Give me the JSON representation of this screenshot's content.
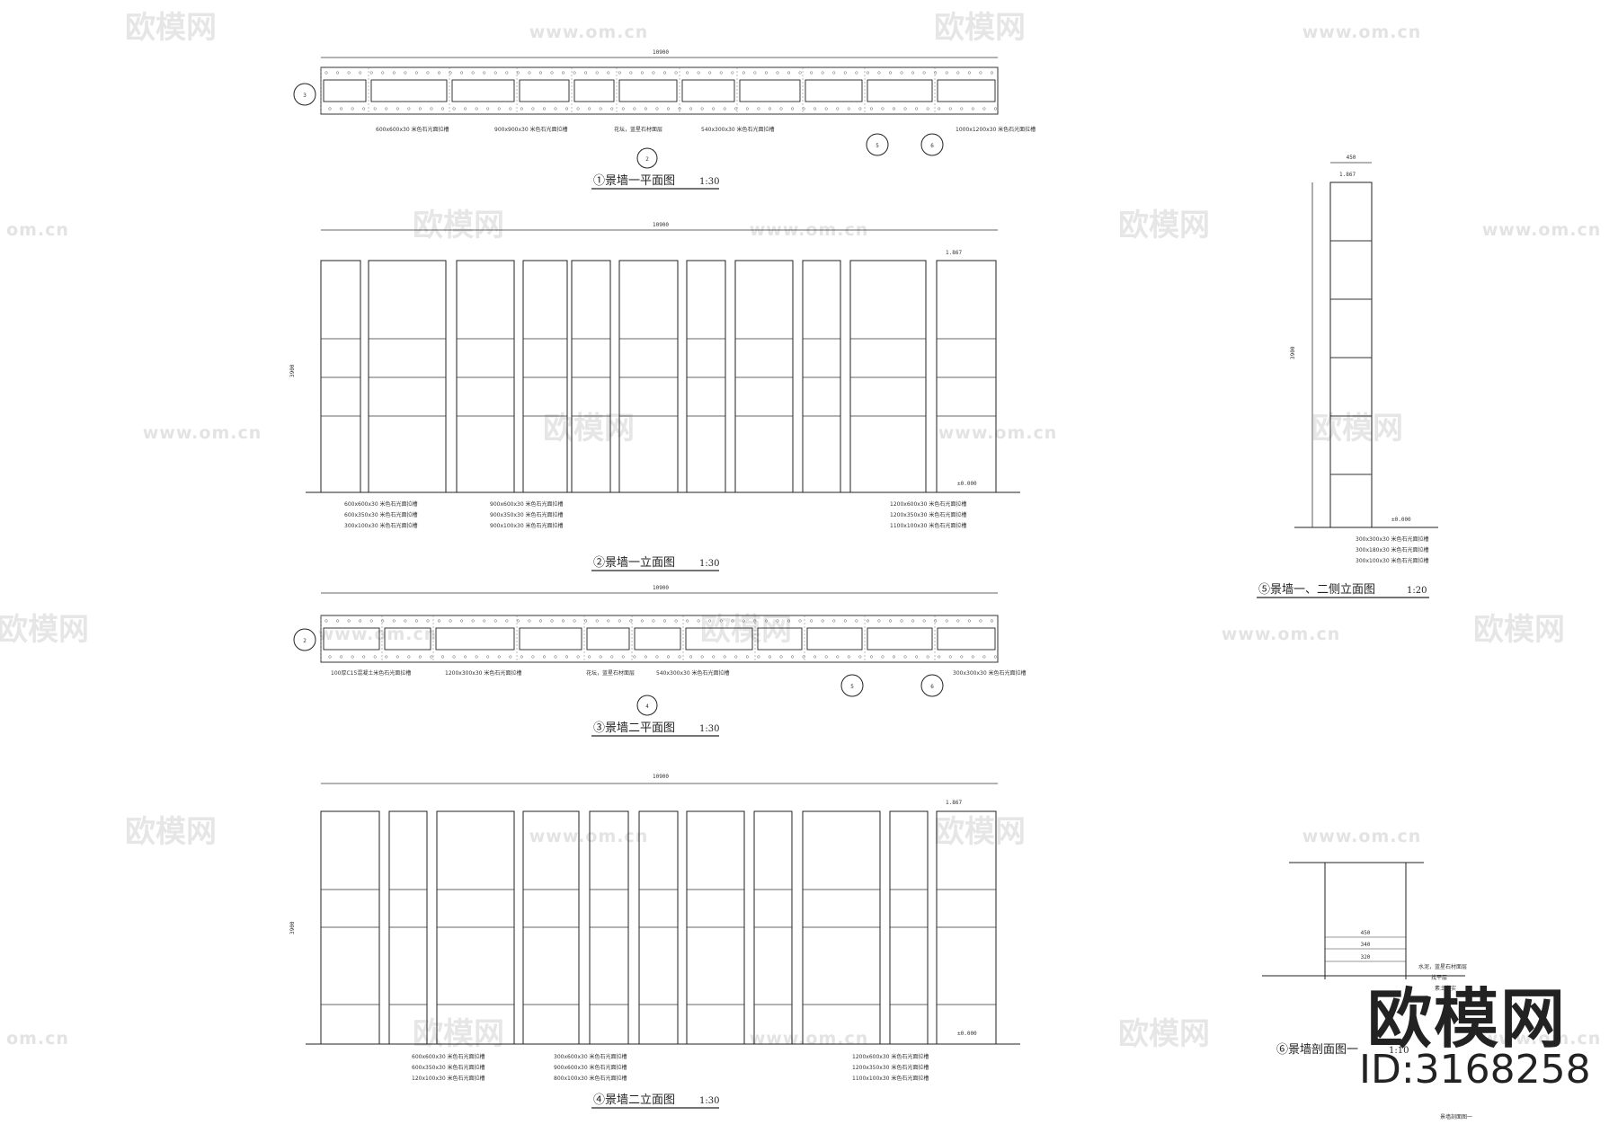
{
  "watermark": {
    "brand": "欧模网",
    "url": "www.om.cn",
    "partial": "om.cn"
  },
  "logo": {
    "text": "欧模网",
    "id": "ID:3168258"
  },
  "drawings": {
    "plan1": {
      "title": "①景墙一平面图",
      "scale": "1:30",
      "total_dim": "10900",
      "section_marks": [
        "2",
        "3",
        "5",
        "6"
      ],
      "notes": [
        "600x600x30 米色石光面拉槽",
        "900x900x30 米色石光面拉槽",
        "花坛，蓝星石材面层",
        "540x300x30 米色石光面拉槽",
        "1000x1200x30 米色石光面拉槽"
      ]
    },
    "elev1": {
      "title": "②景墙一立面图",
      "scale": "1:30",
      "total_dim": "10900",
      "height_dim": "3900",
      "level_top": "1.867",
      "level_base": "±0.000",
      "notes_left": [
        "600x600x30 米色石光面拉槽",
        "600x350x30 米色石光面拉槽",
        "300x100x30 米色石光面拉槽"
      ],
      "notes_mid": [
        "900x600x30 米色石光面拉槽",
        "900x350x30 米色石光面拉槽",
        "900x100x30 米色石光面拉槽"
      ],
      "notes_right": [
        "1200x600x30 米色石光面拉槽",
        "1200x350x30 米色石光面拉槽",
        "1100x100x30 米色石光面拉槽"
      ]
    },
    "plan2": {
      "title": "③景墙二平面图",
      "scale": "1:30",
      "total_dim": "10900",
      "section_marks": [
        "2",
        "4",
        "5",
        "6"
      ],
      "notes": [
        "100厚C15混凝土米色石光面拉槽",
        "1200x300x30 米色石光面拉槽",
        "花坛，蓝星石材面层",
        "540x300x30 米色石光面拉槽",
        "300x300x30 米色石光面拉槽"
      ]
    },
    "elev2": {
      "title": "④景墙二立面图",
      "scale": "1:30",
      "total_dim": "10900",
      "height_dim": "3900",
      "level_top": "1.867",
      "level_base": "±0.000",
      "notes_left": [
        "600x600x30 米色石光面拉槽",
        "600x350x30 米色石光面拉槽",
        "120x100x30 米色石光面拉槽"
      ],
      "notes_mid": [
        "300x600x30 米色石光面拉槽",
        "900x600x30 米色石光面拉槽",
        "800x100x30 米色石光面拉槽"
      ],
      "notes_right": [
        "1200x600x30 米色石光面拉槽",
        "1200x350x30 米色石光面拉槽",
        "1100x100x30 米色石光面拉槽"
      ]
    },
    "side": {
      "title": "⑤景墙一、二侧立面图",
      "scale": "1:20",
      "width_dim": "450",
      "height_dim": "3900",
      "level_top": "1.867",
      "level_base": "±0.000",
      "notes": [
        "300x300x30 米色石光面拉槽",
        "300x180x30 米色石光面拉槽",
        "300x100x30 米色石光面拉槽"
      ]
    },
    "section": {
      "title": "⑥景墙剖面图一",
      "scale": "1:10",
      "dims": [
        "450",
        "340",
        "320"
      ],
      "notes": [
        "水泥，蓝星石材面层",
        "找平层",
        "素土夯实"
      ],
      "caption": "景墙剖面图一"
    }
  }
}
